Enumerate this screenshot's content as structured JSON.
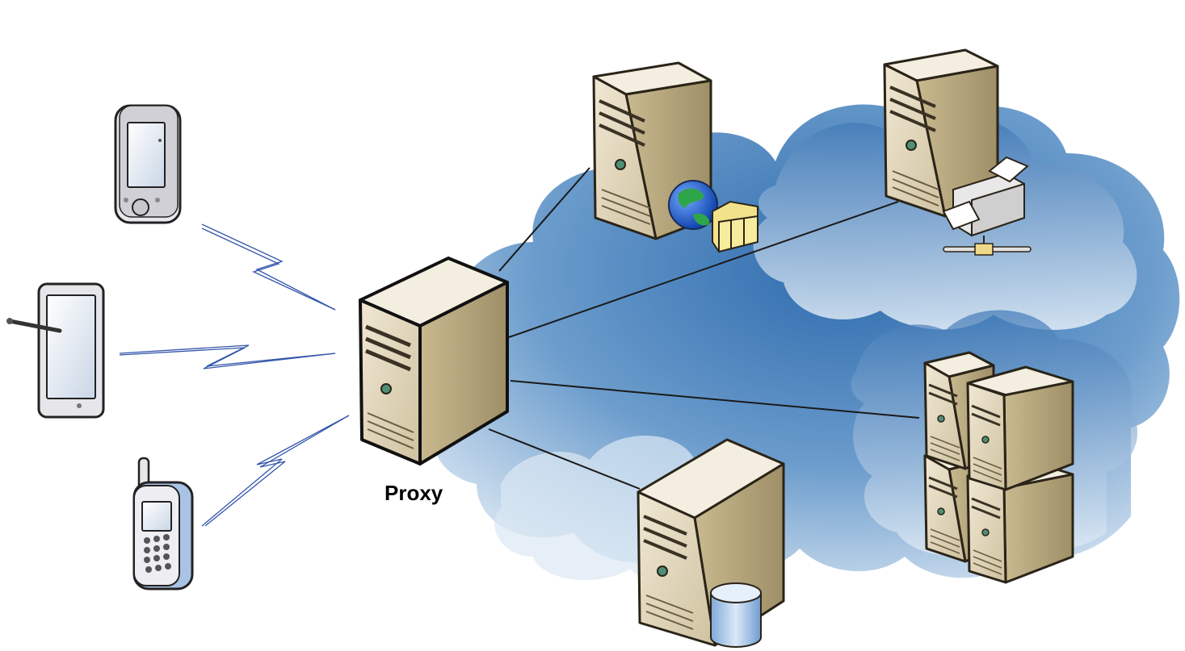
{
  "labels": {
    "proxy": "Proxy"
  },
  "nodes": [
    {
      "id": "pda",
      "icon": "pda-icon"
    },
    {
      "id": "tablet",
      "icon": "tablet-icon"
    },
    {
      "id": "cell-phone",
      "icon": "cell-phone-icon"
    },
    {
      "id": "proxy",
      "icon": "proxy-server-icon"
    },
    {
      "id": "web-server",
      "icon": "web-server-icon"
    },
    {
      "id": "print-server",
      "icon": "print-server-icon"
    },
    {
      "id": "server-cluster",
      "icon": "server-cluster-icon"
    },
    {
      "id": "database-server",
      "icon": "database-server-icon"
    }
  ],
  "links": [
    {
      "from": "pda",
      "to": "proxy",
      "kind": "wireless"
    },
    {
      "from": "tablet",
      "to": "proxy",
      "kind": "wireless"
    },
    {
      "from": "cell-phone",
      "to": "proxy",
      "kind": "wireless"
    },
    {
      "from": "proxy",
      "to": "web-server",
      "kind": "wired"
    },
    {
      "from": "proxy",
      "to": "print-server",
      "kind": "wired"
    },
    {
      "from": "proxy",
      "to": "server-cluster",
      "kind": "wired"
    },
    {
      "from": "proxy",
      "to": "database-server",
      "kind": "wired"
    }
  ],
  "colors": {
    "cloud_dark": "#3d77b5",
    "cloud_light": "#dbe8f4",
    "server_front": "#e6dcc4",
    "server_side": "#b3a47f",
    "server_top": "#f3ede0",
    "wireless_link": "#3355aa",
    "wired_link": "#1a1a1a",
    "phone_accent": "#a9c3e6"
  }
}
